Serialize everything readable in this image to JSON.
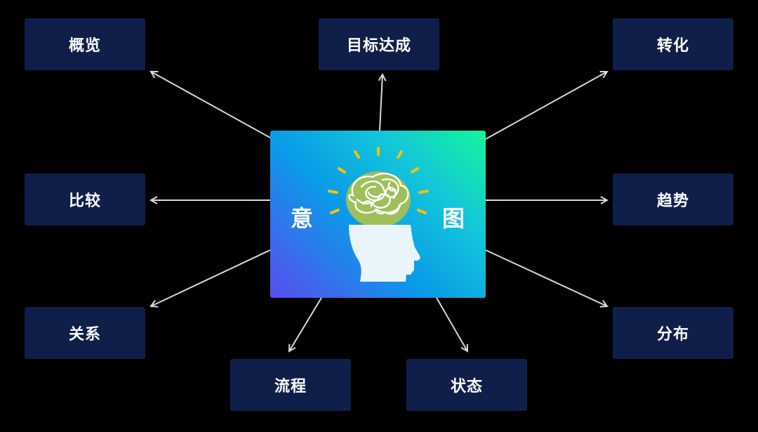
{
  "center": {
    "left_char": "意",
    "right_char": "图",
    "icon": "head-with-tangled-thoughts-icon"
  },
  "nodes": {
    "overview": "概览",
    "goal": "目标达成",
    "conversion": "转化",
    "comparison": "比较",
    "trend": "趋势",
    "relation": "关系",
    "distribution": "分布",
    "flow": "流程",
    "status": "状态"
  },
  "colors": {
    "background": "#000000",
    "node_fill": "#0f1f4a",
    "arrow": "#d9d9d9",
    "gradient_green": "#14f59a",
    "gradient_blue": "#0a9be8",
    "gradient_purple": "#5a4cf0",
    "idea_rays": "#f5c400",
    "brain": "#9fbf5a"
  }
}
